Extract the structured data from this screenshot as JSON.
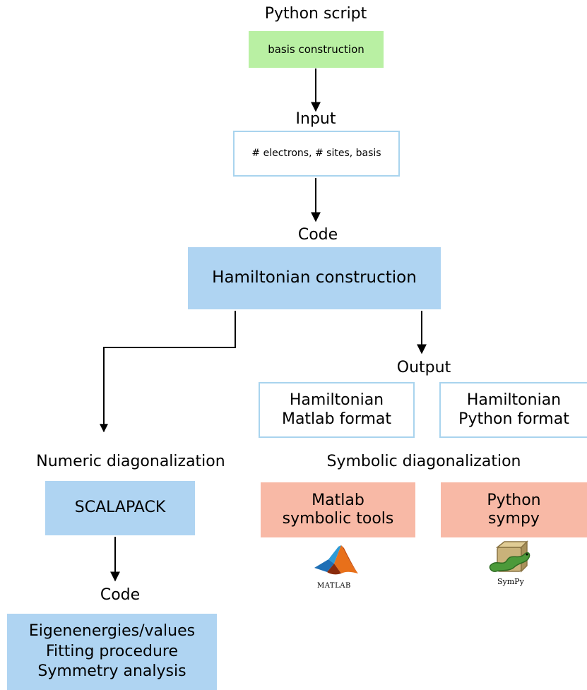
{
  "python_script": {
    "heading": "Python script",
    "box": "basis construction"
  },
  "input": {
    "heading": "Input",
    "box": "# electrons, # sites, basis"
  },
  "code_top": {
    "heading": "Code",
    "box": "Hamiltonian construction"
  },
  "output": {
    "heading": "Output",
    "matlab_box": [
      "Hamiltonian",
      "Matlab format"
    ],
    "python_box": [
      "Hamiltonian",
      "Python format"
    ]
  },
  "numeric": {
    "heading": "Numeric diagonalization",
    "box": "SCALAPACK"
  },
  "symbolic": {
    "heading": "Symbolic diagonalization",
    "matlab_box": [
      "Matlab",
      "symbolic tools"
    ],
    "python_box": [
      "Python",
      "sympy"
    ]
  },
  "code_bottom": {
    "heading": "Code",
    "box": [
      "Eigenenergies/values",
      "Fitting procedure",
      "Symmetry analysis"
    ]
  },
  "logos": {
    "matlab": "MATLAB",
    "sympy": "SymPy"
  },
  "colors": {
    "green": "#b9f0a3",
    "blue": "#afd4f2",
    "salmon": "#f8b9a6",
    "outline": "#a9d4ee"
  }
}
